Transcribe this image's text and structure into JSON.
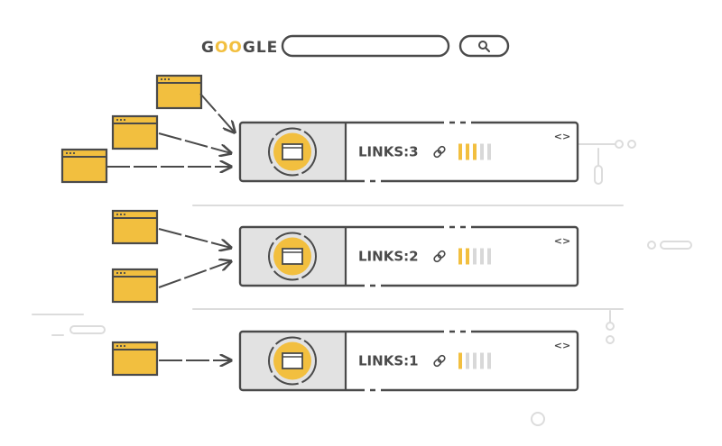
{
  "header": {
    "logo_text": "GOOGLE",
    "search_placeholder": ""
  },
  "results": [
    {
      "label": "LINKS:3",
      "links": 3
    },
    {
      "label": "LINKS:2",
      "links": 2
    },
    {
      "label": "LINKS:1",
      "links": 1
    }
  ],
  "icons": {
    "search": "search-icon",
    "page": "webpage-icon",
    "link": "link-icon",
    "code": "code-icon",
    "backlink_page": "browser-window-icon"
  },
  "colors": {
    "stroke": "#4a4a4a",
    "accent": "#f2bf3f",
    "panel": "#e2e2e2",
    "bar_off": "#d8d8d8",
    "deco": "#dcdcdc"
  },
  "bar_total": 5
}
